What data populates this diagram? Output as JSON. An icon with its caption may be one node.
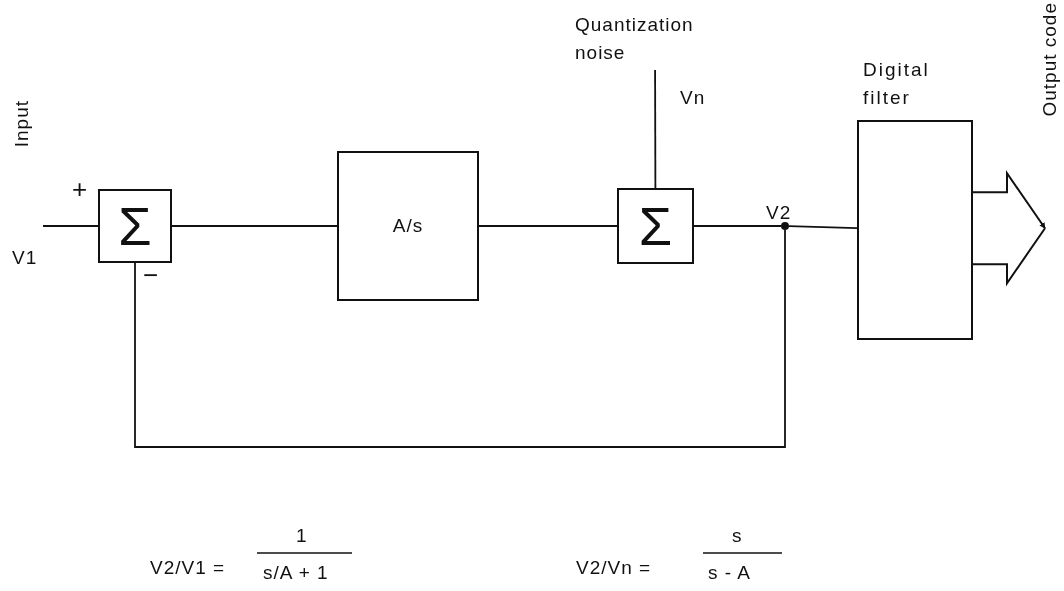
{
  "diagram": {
    "nodes": [
      {
        "text": [
          "Σ"
        ]
      },
      {
        "text": [
          "A/s"
        ]
      },
      {
        "text": [
          "Quantization noise"
        ]
      },
      {
        "text": [
          "Σ"
        ]
      },
      {
        "text": [],
        "shape": "circle"
      },
      {
        "text": [
          "Digital filter"
        ]
      }
    ],
    "edges": [
      {
        "from": null,
        "to": 0,
        "arrow": "none"
      },
      {
        "from": 0,
        "to": 1,
        "arrow": "none"
      },
      {
        "from": 1,
        "to": 3,
        "arrow": "none"
      },
      {
        "from": 2,
        "to": 3,
        "arrow": "none"
      },
      {
        "from": 3,
        "to": 4,
        "arrow": "none"
      },
      {
        "from": 4,
        "to": 5,
        "arrow": "none"
      },
      {
        "from": 4,
        "to": 0,
        "arrow": "none"
      },
      {
        "from": 5,
        "to": null,
        "arrow": "to"
      }
    ],
    "labels": [
      "Input",
      "+",
      "V1",
      "−",
      "Vn",
      "V2",
      "Output code",
      "V2/V1 =",
      "1",
      "s/A + 1",
      "V2/Vn =",
      "s",
      "s - A"
    ]
  }
}
